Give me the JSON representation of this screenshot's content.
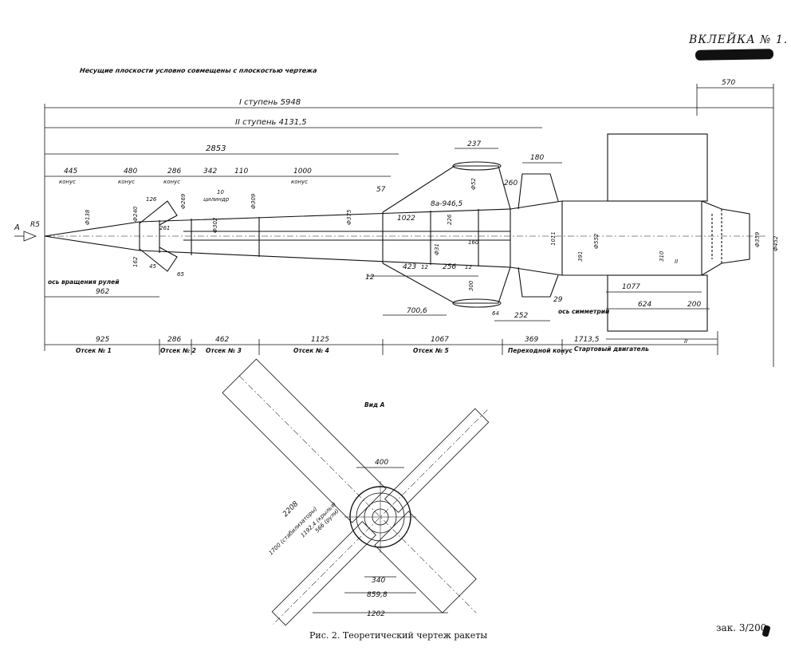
{
  "header": {
    "insert_label": "ВКЛЕЙКА № 1."
  },
  "note": "Несущие плоскости условно совмещены с плоскостью чертежа",
  "caption": "Рис. 2. Теоретический чертеж ракеты",
  "order_mark": "зак. 3/200",
  "main_view": {
    "stage1_length": "I ступень 5948",
    "stage2_length": "II ступень 4131,5",
    "overall_dims": {
      "d2853": "2853",
      "d570": "570",
      "d237": "237",
      "d180": "180"
    },
    "segments": [
      {
        "value": "445",
        "label": "конус"
      },
      {
        "value": "480",
        "label": "конус"
      },
      {
        "value": "286",
        "label": "конус"
      },
      {
        "value": "342",
        "label": "цилиндр"
      },
      {
        "value": "110",
        "label": ""
      },
      {
        "value": "1000",
        "label": "конус"
      }
    ],
    "compartments": [
      {
        "value": "925",
        "label": "Отсек № 1"
      },
      {
        "value": "286",
        "label": "Отсек № 2"
      },
      {
        "value": "462",
        "label": "Отсек № 3"
      },
      {
        "value": "1125",
        "label": "Отсек № 4"
      },
      {
        "value": "1067",
        "label": "Отсек № 5"
      },
      {
        "value": "369",
        "label": "Переходной конус"
      },
      {
        "value": "1713,5",
        "label": "Стартовый двигатель"
      }
    ],
    "labels": {
      "arrow_a": "А",
      "r5": "R5",
      "rudder_axis": "ось вращения рулей",
      "sym_axis": "ось симметрии",
      "d962": "962",
      "d1077": "1077",
      "d624": "624",
      "d200": "200",
      "d700_6": "700,6",
      "d252": "252",
      "d64": "64",
      "d29": "29",
      "d12a": "12",
      "d12b": "12",
      "d423": "423",
      "d256": "256",
      "d12c": "12",
      "d1022": "1022",
      "da946": "8а-946,5",
      "d57": "57",
      "d10": "10",
      "d260": "260",
      "phi52": "Ф52",
      "phi138": "Ф138",
      "phi240": "Ф240",
      "phi269": "Ф269",
      "phi309": "Ф309",
      "phi302": "Ф302",
      "phi375": "Ф375",
      "phi552": "Ф552",
      "phi359": "Ф359",
      "phi452": "Ф452",
      "d126": "126",
      "d261": "261",
      "d162": "162",
      "d45": "45",
      "d65": "65",
      "d226": "226",
      "d160": "160",
      "d1011": "1011",
      "d391": "391",
      "d310": "310",
      "d300": "300",
      "d431": "Ф31",
      "roman2": "II",
      "roman3": "II"
    }
  },
  "view_a": {
    "title": "Вид А",
    "d400": "400",
    "d2208": "2208",
    "d1700": "1700 (стабилизаторы)",
    "d1192": "1192,4 (крылья)",
    "d566": "566 (рули)",
    "d340": "340",
    "d859": "859,8",
    "d1202": "1202"
  }
}
